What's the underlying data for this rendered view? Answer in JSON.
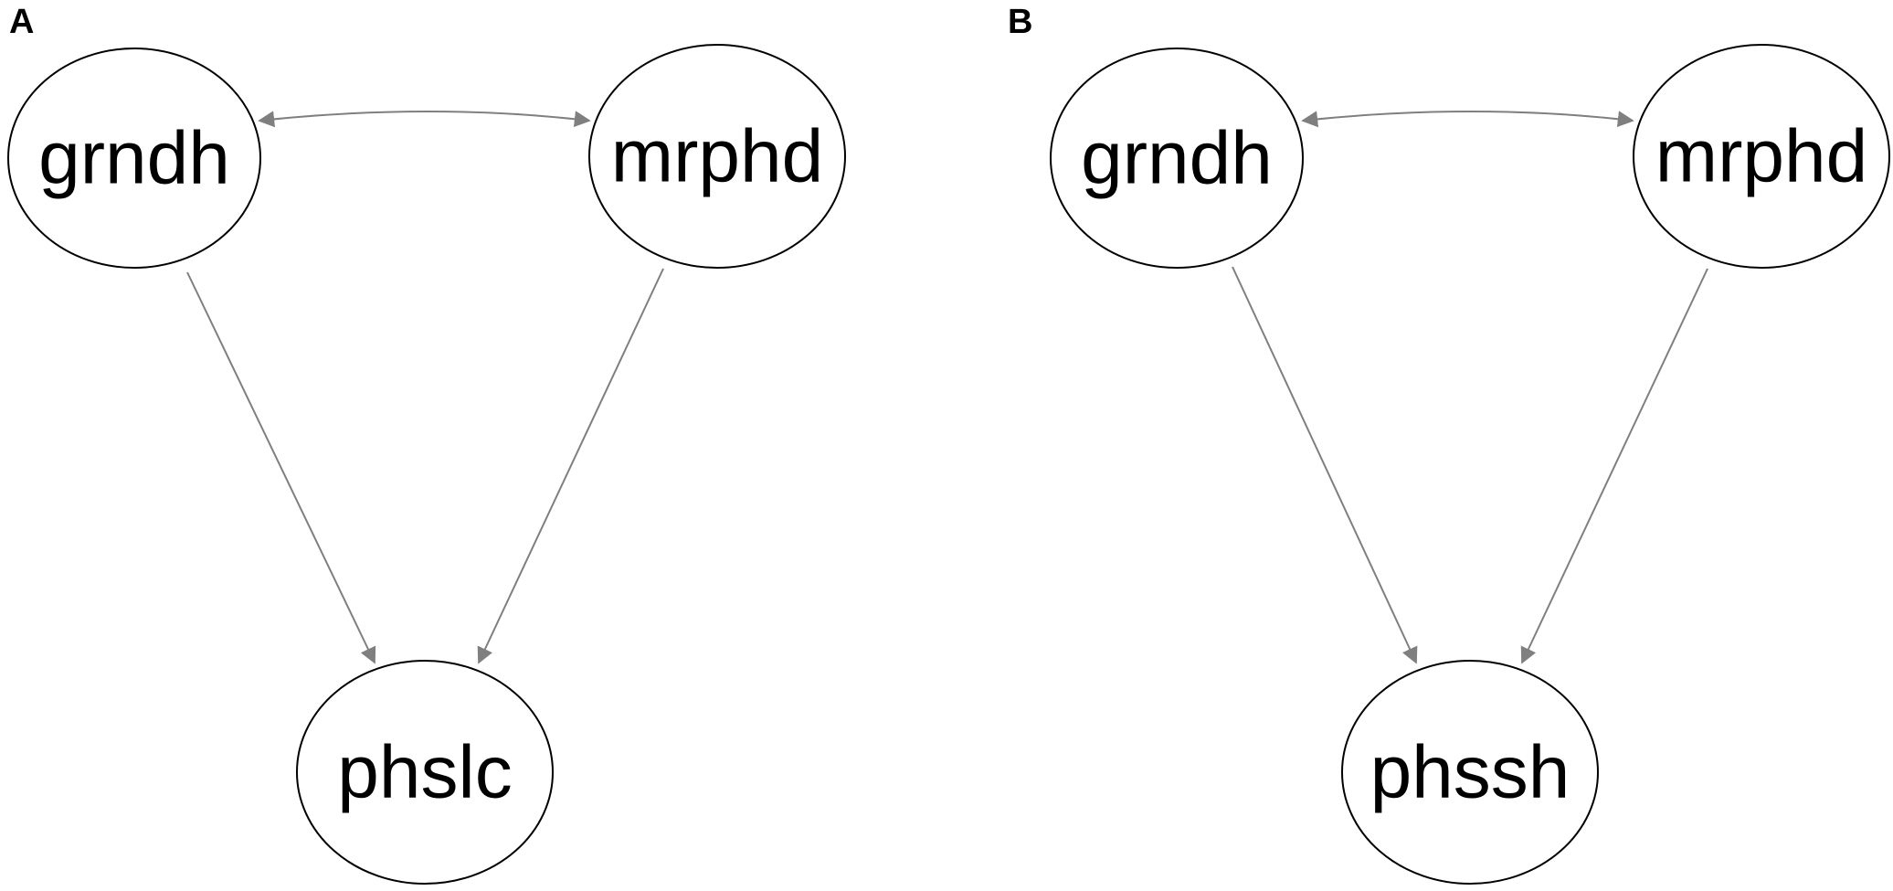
{
  "edge_color": "#7f7f7f",
  "node_stroke_color": "#000000",
  "panels": [
    {
      "label": "A",
      "nodes": [
        {
          "id": "grndh",
          "label": "grndh"
        },
        {
          "id": "mrphd",
          "label": "mrphd"
        },
        {
          "id": "phslc",
          "label": "phslc"
        }
      ],
      "edges": [
        {
          "from": "grndh",
          "to": "mrphd",
          "type": "bidirected"
        },
        {
          "from": "grndh",
          "to": "phslc",
          "type": "directed"
        },
        {
          "from": "mrphd",
          "to": "phslc",
          "type": "directed"
        }
      ]
    },
    {
      "label": "B",
      "nodes": [
        {
          "id": "grndh",
          "label": "grndh"
        },
        {
          "id": "mrphd",
          "label": "mrphd"
        },
        {
          "id": "phssh",
          "label": "phssh"
        }
      ],
      "edges": [
        {
          "from": "grndh",
          "to": "mrphd",
          "type": "bidirected"
        },
        {
          "from": "grndh",
          "to": "phssh",
          "type": "directed"
        },
        {
          "from": "mrphd",
          "to": "phssh",
          "type": "directed"
        }
      ]
    }
  ]
}
